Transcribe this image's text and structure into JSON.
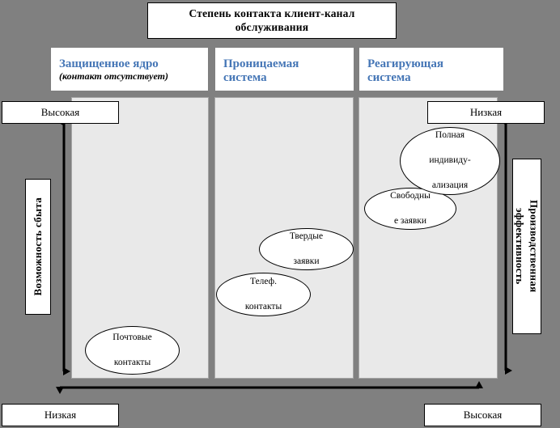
{
  "title": "Степень контакта клиент-канал обслуживания",
  "columns": [
    {
      "name": "Защищенное ядро",
      "subtitle": "(контакт отсутствует)"
    },
    {
      "name": "Проницаемая",
      "name2": "система"
    },
    {
      "name": "Реагирующая",
      "name2": "система"
    }
  ],
  "axes": {
    "left_label": "Возможность сбыта",
    "left_top_value": "Высокая",
    "left_bottom_value": "Низкая",
    "right_label_line1": "Производственная",
    "right_label_line2": "эффективность",
    "right_top_value": "Низкая",
    "right_bottom_value": "Высокая"
  },
  "bubbles": [
    {
      "id": "mail",
      "line1": "Почтовые",
      "line2": "контакты",
      "line3": ""
    },
    {
      "id": "phone",
      "line1": "Телеф.",
      "line2": "контакты",
      "line3": ""
    },
    {
      "id": "firm",
      "line1": "Твердые",
      "line2": "заявки",
      "line3": ""
    },
    {
      "id": "free",
      "line1": "Свободны",
      "line2": "е заявки",
      "line3": ""
    },
    {
      "id": "full",
      "line1": "Полная",
      "line2": "индивиду-",
      "line3": "ализация"
    }
  ],
  "colors": {
    "background": "#808080",
    "panel": "#e9e9e9",
    "header_text": "#4576b6",
    "box_fill": "#ffffff",
    "stroke": "#000000"
  },
  "icons": {
    "arrow_vertical_left": "double-arrow-vertical-icon",
    "arrow_vertical_right": "double-arrow-vertical-icon",
    "arrow_horizontal_bottom": "double-arrow-horizontal-icon"
  }
}
